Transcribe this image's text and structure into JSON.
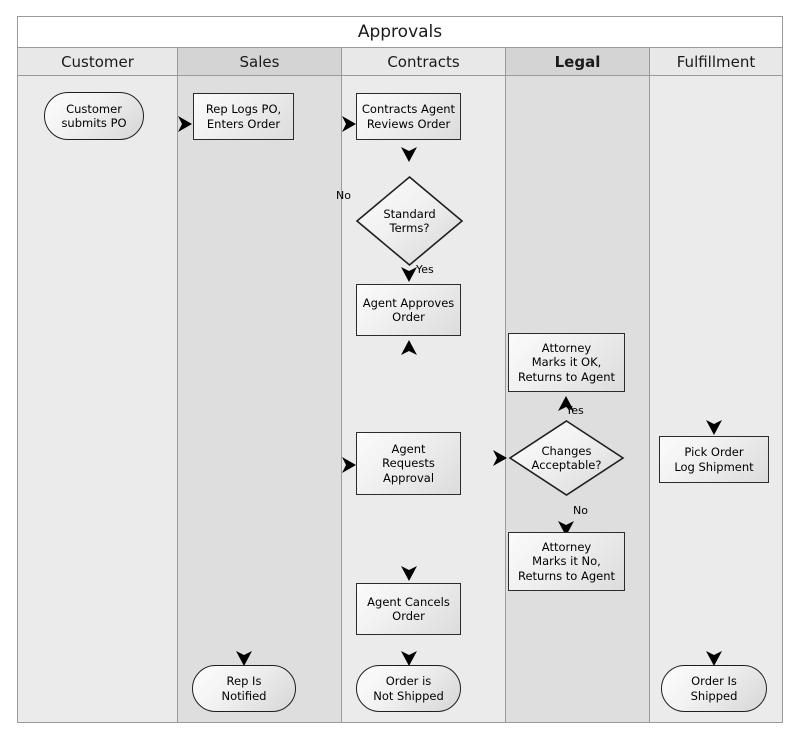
{
  "diagram": {
    "title": "Approvals",
    "lanes": [
      {
        "name": "Customer",
        "emphasis": false
      },
      {
        "name": "Sales",
        "emphasis": false
      },
      {
        "name": "Contracts",
        "emphasis": false
      },
      {
        "name": "Legal",
        "emphasis": true
      },
      {
        "name": "Fulfillment",
        "emphasis": false
      }
    ],
    "nodes": {
      "customer_submits_po": "Customer\nsubmits PO",
      "rep_logs_po": "Rep Logs PO,\nEnters Order",
      "contracts_agent_review": "Contracts Agent\nReviews Order",
      "standard_terms": "Standard\nTerms?",
      "agent_approves_order": "Agent Approves\nOrder",
      "agent_requests_approval": "Agent\nRequests\nApproval",
      "agent_cancels_order": "Agent Cancels\nOrder",
      "attorney_marks_ok": "Attorney\nMarks it OK,\nReturns to Agent",
      "changes_acceptable": "Changes\nAcceptable?",
      "attorney_marks_no": "Attorney\nMarks it No,\nReturns to Agent",
      "pick_order_log_shipment": "Pick Order\nLog Shipment",
      "rep_is_notified": "Rep Is\nNotified",
      "order_is_not_shipped": "Order is\nNot Shipped",
      "order_is_shipped": "Order Is\nShipped"
    },
    "edge_labels": {
      "standard_terms_no": "No",
      "standard_terms_yes": "Yes",
      "changes_yes": "Yes",
      "changes_no": "No"
    },
    "colors": {
      "lane_light": "#ebebeb",
      "lane_dark": "#dedede",
      "header_light": "#e8e8e8",
      "header_dark": "#d4d4d4",
      "border": "#9a9a9a",
      "shape_stroke": "#2b2b2b",
      "title_band": "#ffffff"
    }
  }
}
